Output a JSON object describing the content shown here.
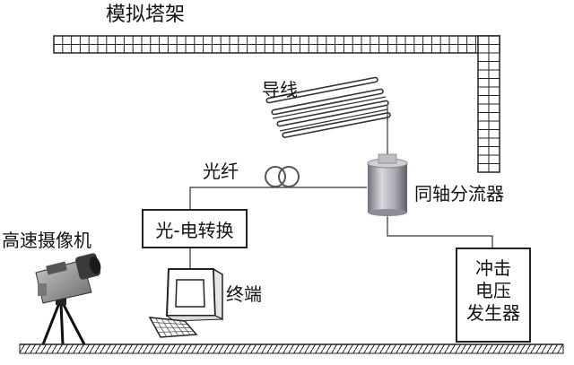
{
  "labels": {
    "tower": "模拟塔架",
    "conductor": "导线",
    "fiber": "光纤",
    "coax_shunt": "同轴分流器",
    "oe_converter": "光-电转换",
    "camera": "高速摄像机",
    "terminal": "终端",
    "generator_lines": [
      "冲击",
      "电压",
      "发生器"
    ]
  },
  "colors": {
    "line": "#222222",
    "wire": "#333333",
    "shunt": "#a9a9b4"
  }
}
